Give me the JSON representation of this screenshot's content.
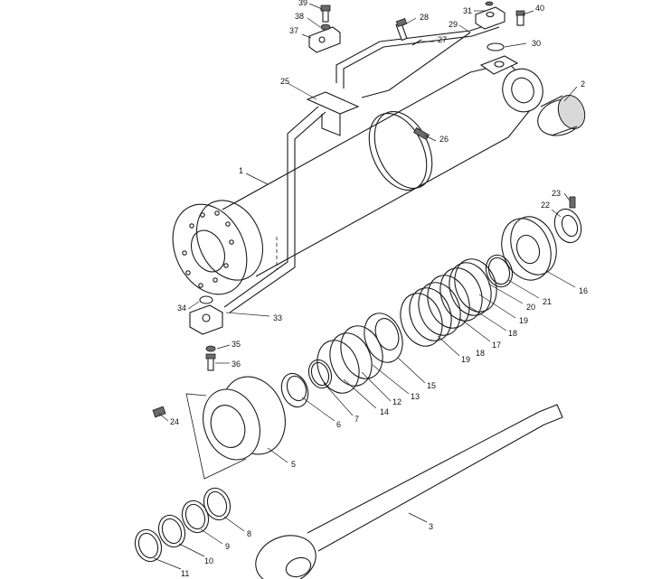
{
  "diagram": {
    "part_labels": {
      "p1": "1",
      "p2": "2",
      "p3": "3",
      "p5": "5",
      "p6": "6",
      "p7": "7",
      "p8": "8",
      "p9": "9",
      "p10": "10",
      "p11": "11",
      "p12": "12",
      "p13": "13",
      "p14": "14",
      "p15": "15",
      "p16": "16",
      "p17": "17",
      "p18": "18",
      "p19a": "19",
      "p19b": "19",
      "p20": "20",
      "p21": "21",
      "p22": "22",
      "p23": "23",
      "p24": "24",
      "p25": "25",
      "p26": "26",
      "p27": "27",
      "p28": "28",
      "p29": "29",
      "p30": "30",
      "p31": "31",
      "p33": "33",
      "p34": "34",
      "p35": "35",
      "p36": "36",
      "p37": "37",
      "p38": "38",
      "p39": "39",
      "p40": "40"
    }
  }
}
